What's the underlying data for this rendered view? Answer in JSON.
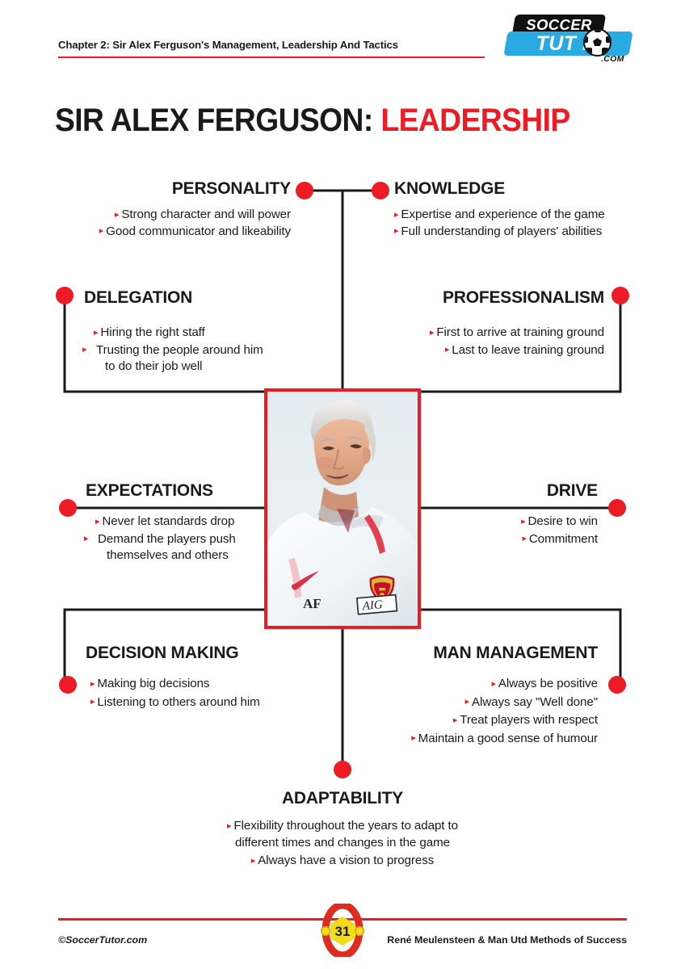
{
  "header": {
    "chapter": "Chapter 2: Sir Alex Ferguson's Management, Leadership And Tactics",
    "logo": {
      "top_word": "SOCCER",
      "bottom_word": "TUT R",
      "suffix": ".COM",
      "ball_icon": "soccer-ball-icon",
      "dark_color": "#111111",
      "blue_color": "#29ABE2"
    }
  },
  "title": {
    "main": "SIR ALEX FERGUSON:",
    "accent": "LEADERSHIP",
    "accent_color": "#ED1C24",
    "main_color": "#1A1A1A"
  },
  "center": {
    "photo_alt": "Sir Alex Ferguson in white Manchester United training top",
    "photo_details": {
      "initials": "AF",
      "sponsor": "AIG",
      "brand_icon": "nike-swoosh-icon",
      "crest_icon": "man-utd-crest-icon"
    },
    "frame_color": "#ED1C24"
  },
  "diagram": {
    "dot_color": "#ED1C24",
    "line_color": "#1A1A1A",
    "bullet_marker": "▸",
    "nodes": [
      {
        "id": "personality",
        "heading": "PERSONALITY",
        "align": "right",
        "items": [
          "Strong character and will power",
          "Good communicator and likeability"
        ]
      },
      {
        "id": "knowledge",
        "heading": "KNOWLEDGE",
        "align": "left",
        "items": [
          "Expertise and experience of the game",
          "Full understanding of players' abilities"
        ]
      },
      {
        "id": "delegation",
        "heading": "DELEGATION",
        "align": "left",
        "items": [
          "Hiring the right staff",
          "Trusting the people around him to do their job well"
        ]
      },
      {
        "id": "professionalism",
        "heading": "PROFESSIONALISM",
        "align": "right",
        "items": [
          "First to arrive at training ground",
          "Last to leave training ground"
        ]
      },
      {
        "id": "expectations",
        "heading": "EXPECTATIONS",
        "align": "left",
        "items": [
          "Never let standards drop",
          "Demand the players push themselves and others"
        ]
      },
      {
        "id": "drive",
        "heading": "DRIVE",
        "align": "right",
        "items": [
          "Desire to win",
          "Commitment"
        ]
      },
      {
        "id": "decision-making",
        "heading": "DECISION MAKING",
        "align": "left",
        "items": [
          "Making big decisions",
          "Listening to others around him"
        ]
      },
      {
        "id": "man-management",
        "heading": "MAN MANAGEMENT",
        "align": "right",
        "items": [
          "Always be positive",
          "Always say \"Well done\"",
          "Treat players with respect",
          "Maintain a good sense of humour"
        ]
      },
      {
        "id": "adaptability",
        "heading": "ADAPTABILITY",
        "align": "center",
        "items": [
          "Flexibility throughout the years to adapt to different times and changes in the game",
          "Always have a vision to progress"
        ]
      }
    ]
  },
  "footer": {
    "copyright": "©SoccerTutor.com",
    "credit": "René Meulensteen & Man Utd Methods of Success",
    "page_number": "31",
    "badge_ring_color": "#E02B20",
    "badge_fill_color": "#F5DC19"
  }
}
